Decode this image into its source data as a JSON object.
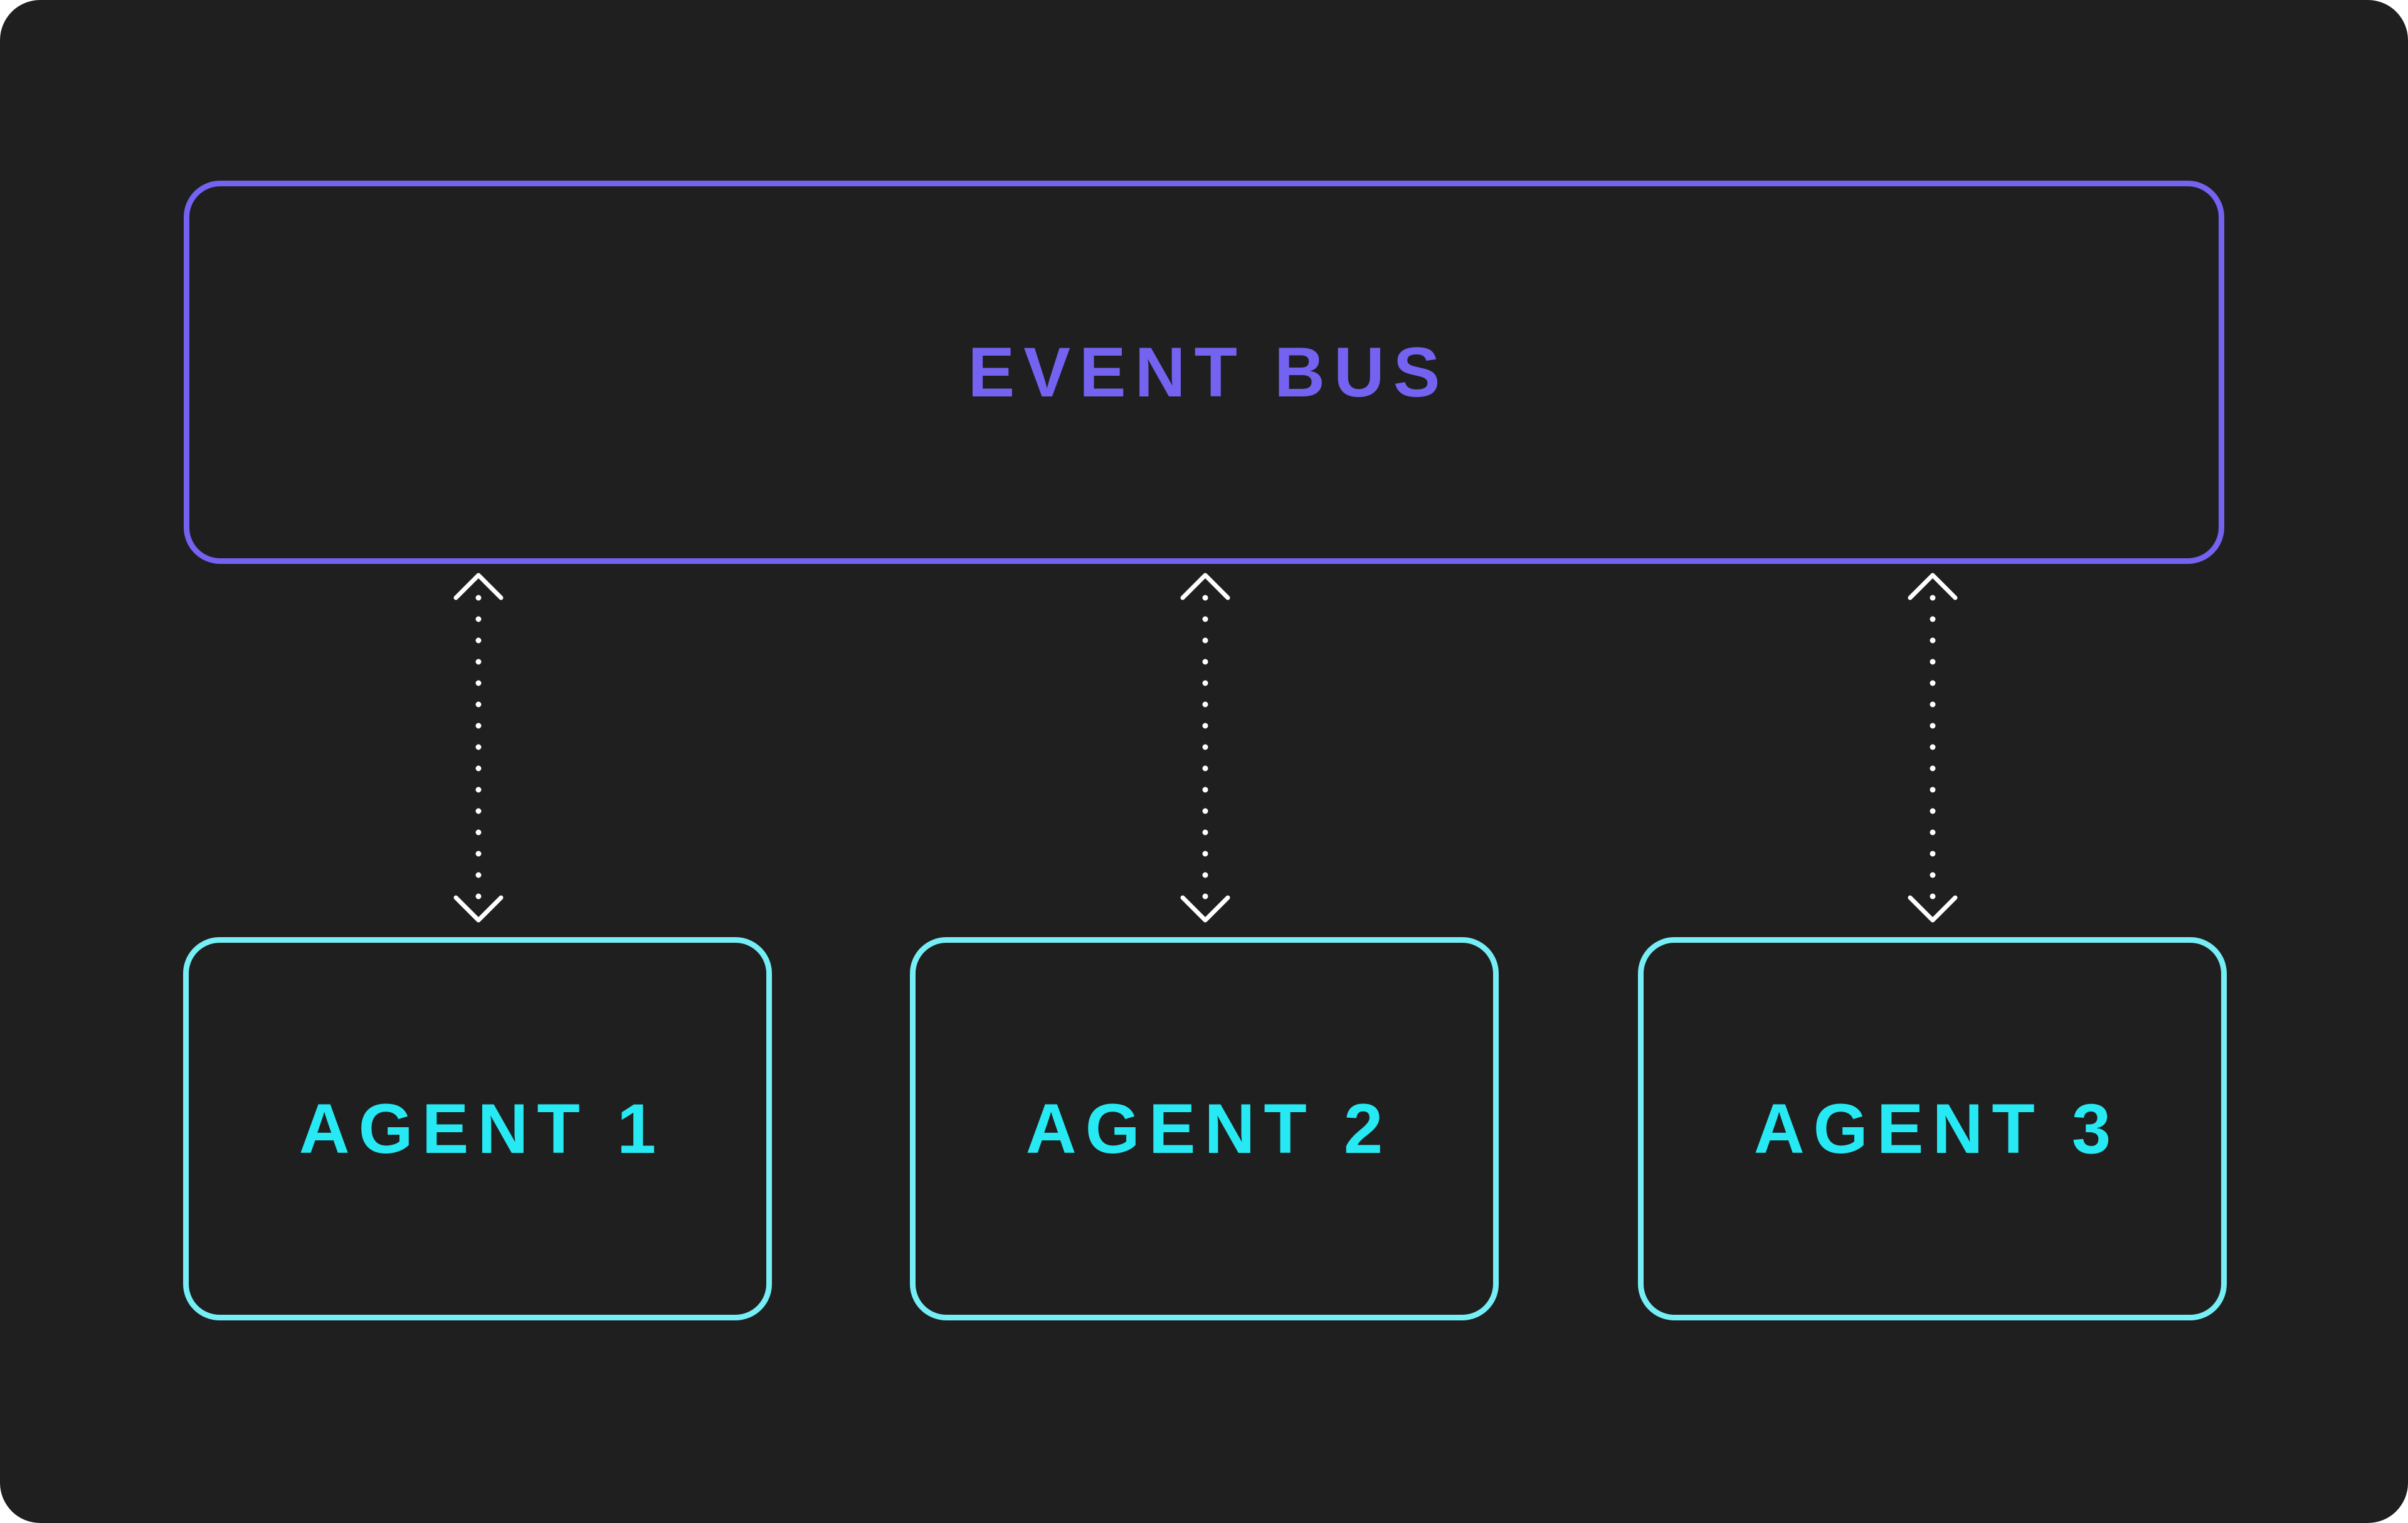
{
  "diagram": {
    "bus": {
      "label": "EVENT BUS",
      "color": "#7462f0"
    },
    "agents": [
      {
        "label": "AGENT 1"
      },
      {
        "label": "AGENT 2"
      },
      {
        "label": "AGENT 3"
      }
    ],
    "agent_border_color": "#75eef5",
    "agent_text_color": "#27e9f3",
    "connector_color": "#ffffff",
    "connector_style": "dotted, bidirectional",
    "background_color": "#1f1f1f"
  }
}
